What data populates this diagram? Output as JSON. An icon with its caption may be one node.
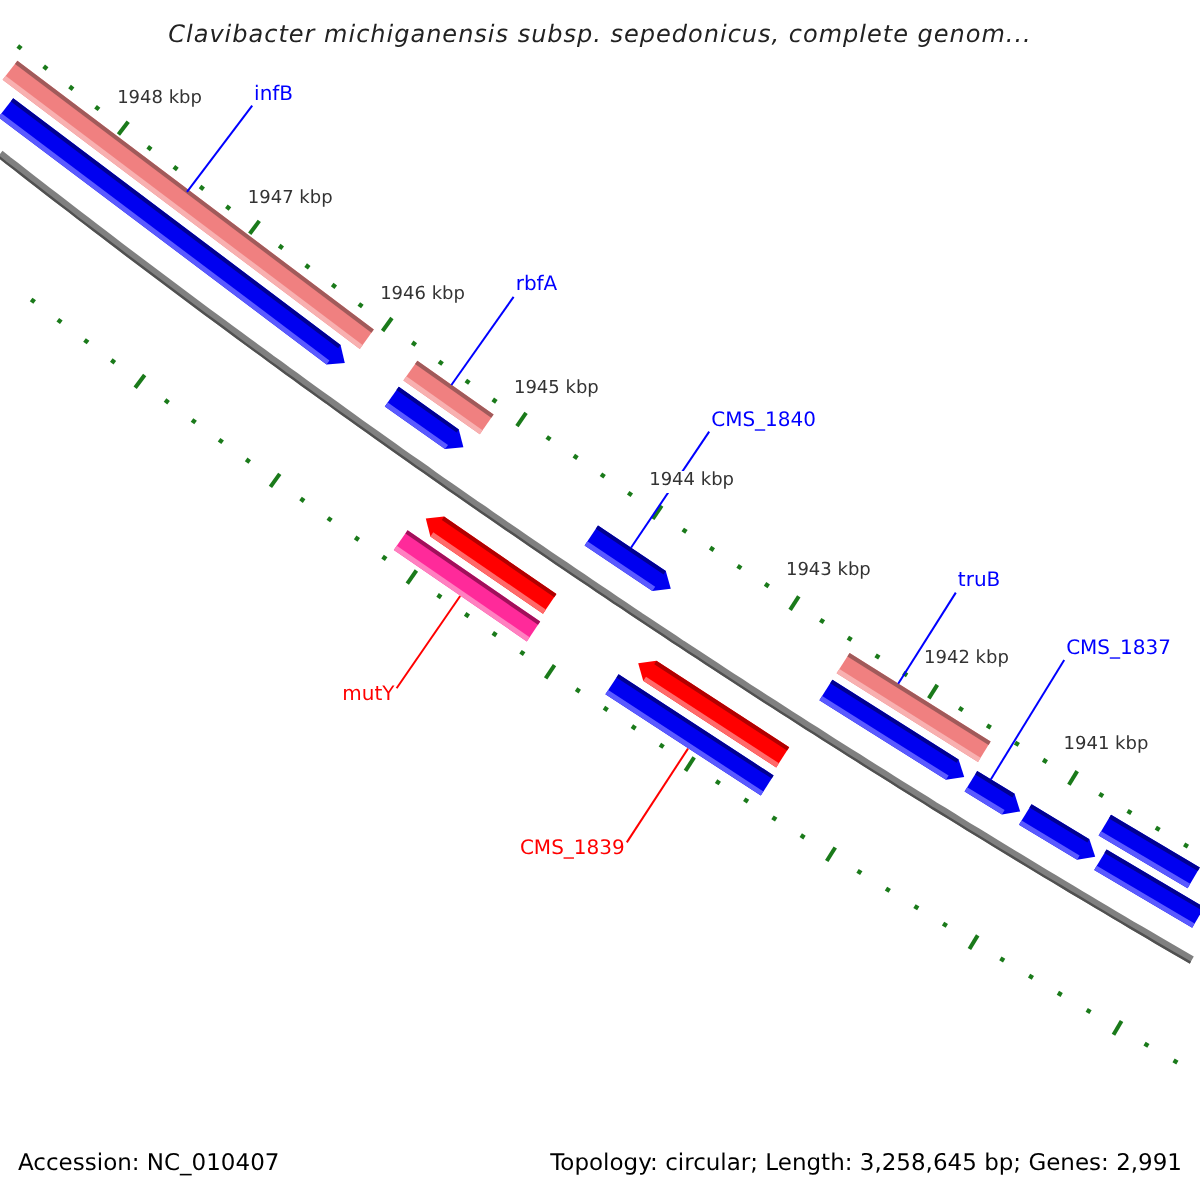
{
  "diagram": {
    "title": "Clavibacter michiganensis subsp. sepedonicus, complete genom...",
    "nodes": [
      {
        "text": [
          "infB"
        ]
      },
      {
        "text": [
          "rbfA"
        ]
      },
      {
        "text": [
          "CMS_1840"
        ]
      },
      {
        "text": [
          "truB"
        ]
      },
      {
        "text": [
          "CMS_1837"
        ]
      },
      {
        "text": [
          "mutY"
        ]
      },
      {
        "text": [
          "CMS_1839"
        ]
      },
      {
        "text": [],
        "shape": "bar"
      },
      {
        "text": [],
        "shape": "arrow"
      },
      {
        "text": [],
        "shape": "arrow"
      },
      {
        "text": [],
        "shape": "bar"
      },
      {
        "text": [],
        "shape": "bar"
      },
      {
        "text": [],
        "shape": "arrow"
      },
      {
        "text": [],
        "shape": "arrow"
      },
      {
        "text": [],
        "shape": "bar"
      },
      {
        "text": [],
        "shape": "arrow"
      },
      {
        "text": [],
        "shape": "arrow"
      },
      {
        "text": [],
        "shape": "bar"
      },
      {
        "text": [],
        "shape": "arrow"
      },
      {
        "text": [],
        "shape": "arrow"
      },
      {
        "text": [],
        "shape": "bar"
      },
      {
        "text": [],
        "shape": "bar"
      }
    ],
    "edges": [
      {
        "from": 0,
        "to": 7,
        "arrow": "none"
      },
      {
        "from": 1,
        "to": 10,
        "arrow": "none"
      },
      {
        "from": 2,
        "to": 13,
        "arrow": "none"
      },
      {
        "from": 3,
        "to": 17,
        "arrow": "none"
      },
      {
        "from": 4,
        "to": 18,
        "arrow": "none"
      },
      {
        "from": 5,
        "to": 11,
        "arrow": "none",
        "color": "#ff0000"
      },
      {
        "from": 6,
        "to": 14,
        "arrow": "none",
        "color": "#ff0000"
      }
    ],
    "labels": [
      "1948 kbp",
      "1947 kbp",
      "1946 kbp",
      "1945 kbp",
      "1944 kbp",
      "1943 kbp",
      "1942 kbp",
      "1941 kbp",
      "Accession: NC_010407",
      "Topology: circular; Length: 3,258,645 bp; Genes: 2,991"
    ]
  }
}
